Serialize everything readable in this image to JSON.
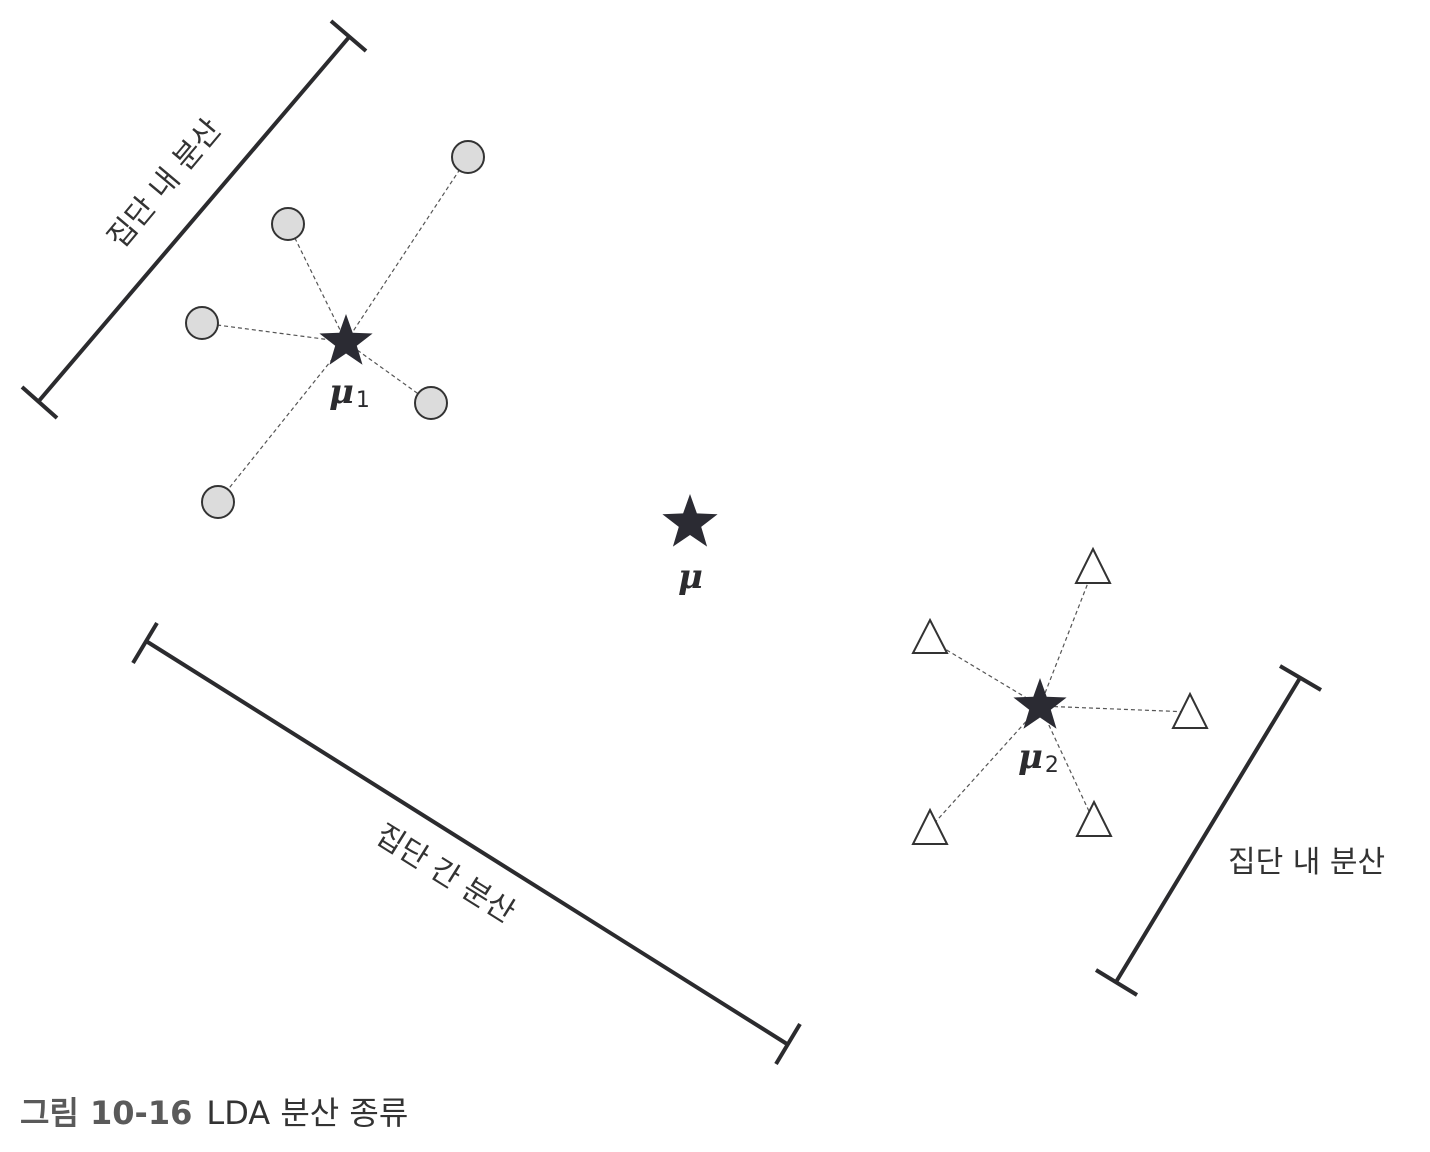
{
  "labels": {
    "within_left": "집단 내 분산",
    "within_right": "집단 내 분산",
    "between": "집단 간 분산"
  },
  "centroids": {
    "mu1": {
      "symbol": "μ",
      "sub": "1"
    },
    "mu": {
      "symbol": "μ"
    },
    "mu2": {
      "symbol": "μ",
      "sub": "2"
    }
  },
  "caption": {
    "number": "그림 10-16",
    "text": "LDA 분산 종류"
  },
  "colors": {
    "star": "#2b2b33",
    "circle_fill": "#dcdcdc",
    "line": "#2b2b2e"
  }
}
